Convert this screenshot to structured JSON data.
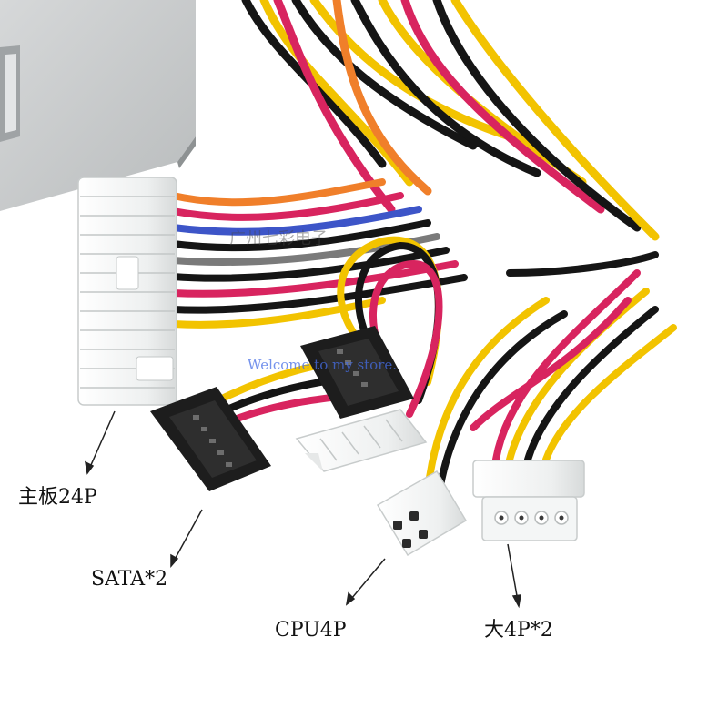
{
  "watermark": {
    "company": "广州七彩电子",
    "welcome": "Welcome to my store."
  },
  "labels": {
    "motherboard": "主板24P",
    "sata": "SATA*2",
    "cpu": "CPU4P",
    "molex": "大4P*2"
  },
  "colors": {
    "psu_case": "#c9cbcc",
    "wire_yellow": "#f2c300",
    "wire_black": "#151515",
    "wire_red": "#d8245f",
    "wire_orange": "#f07f2a",
    "wire_blue": "#3d55c8",
    "connector_white": "#f2f4f4",
    "connector_black": "#1d1d1d",
    "arrow": "#222222"
  }
}
